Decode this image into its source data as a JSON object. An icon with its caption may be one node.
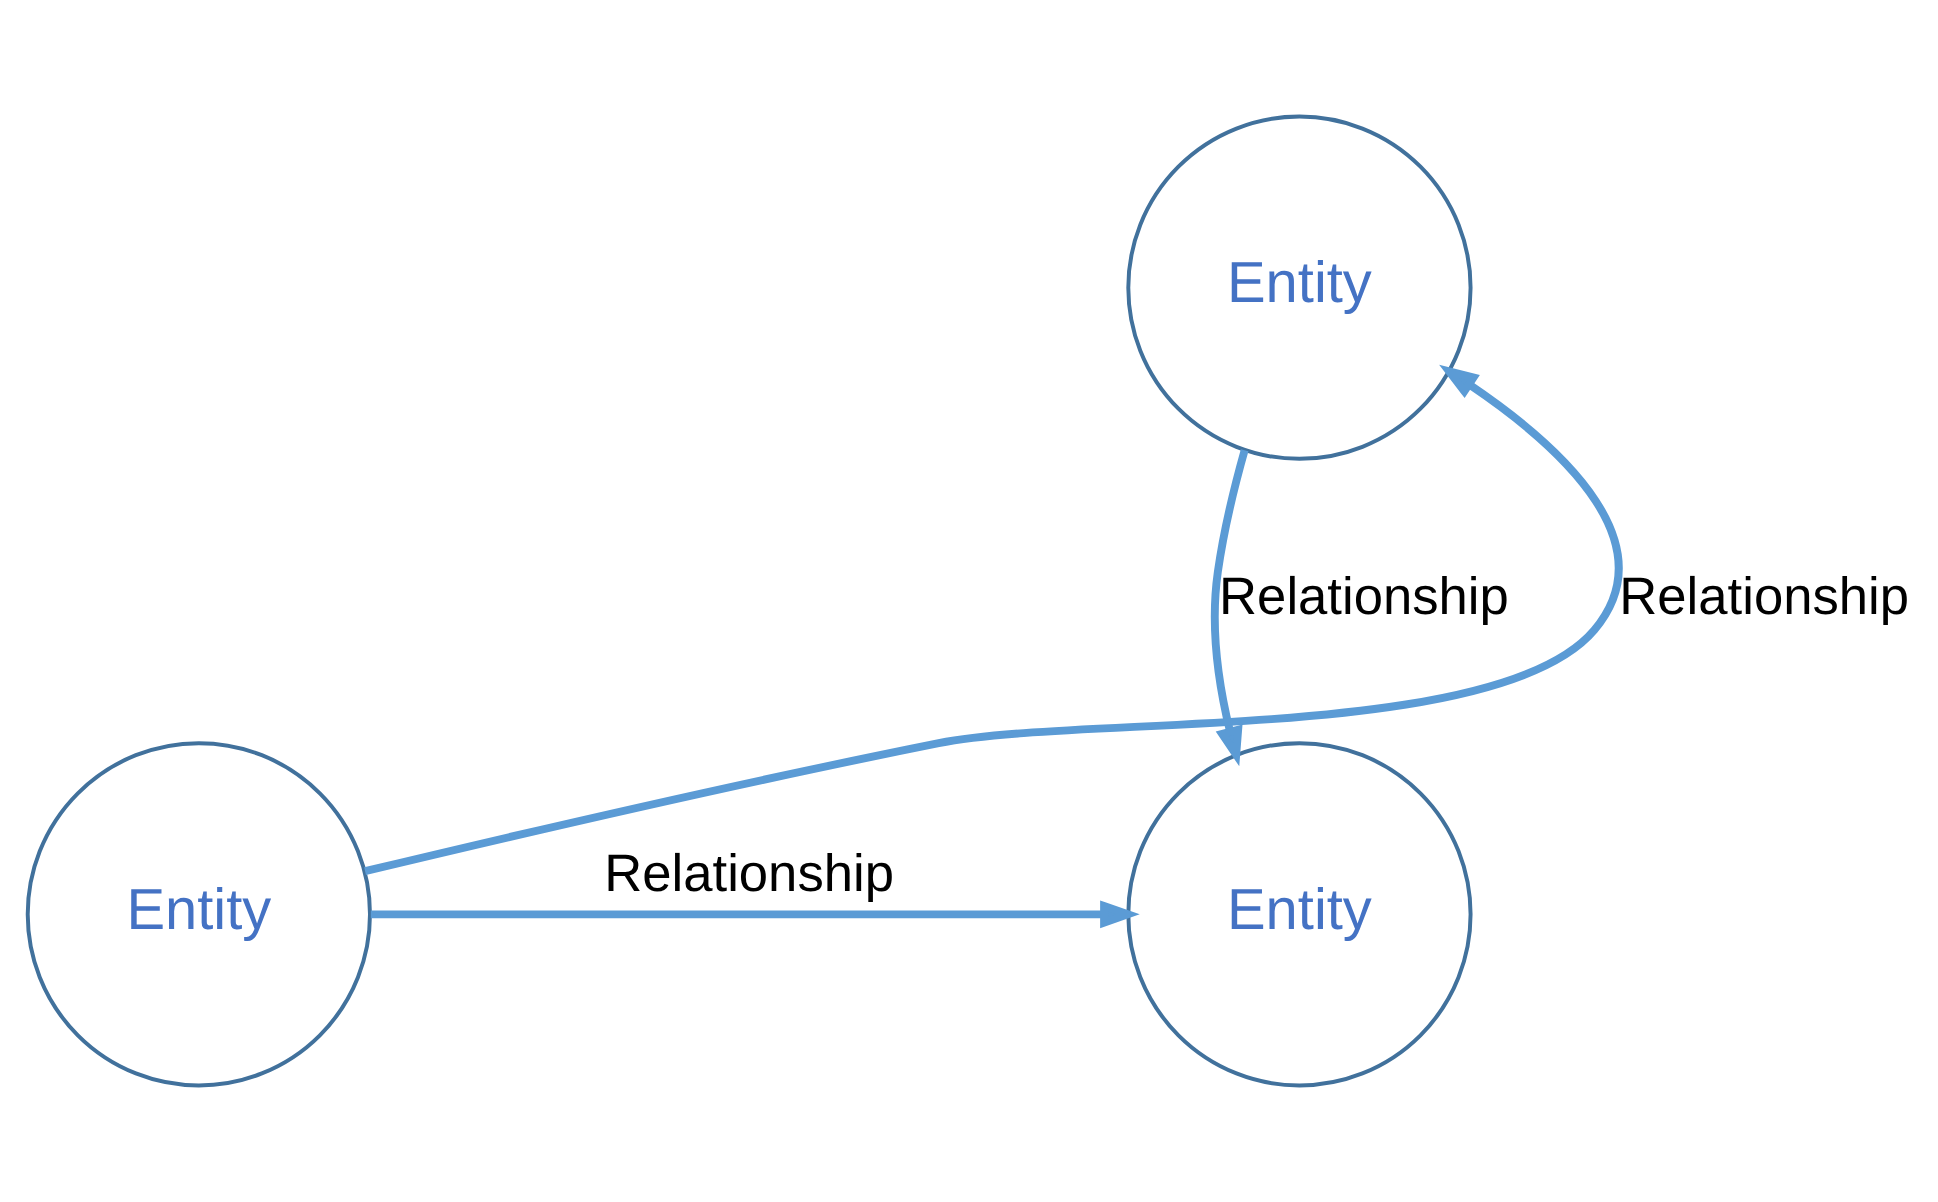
{
  "diagram": {
    "nodes": [
      {
        "text": [
          "Entity"
        ]
      },
      {
        "text": [
          "Entity"
        ]
      },
      {
        "text": [
          "Entity"
        ]
      }
    ],
    "edges": [
      {
        "from": 0,
        "to": 1,
        "arrow": "to",
        "label": "Relationship"
      },
      {
        "from": 2,
        "to": 0,
        "arrow": "to",
        "label": "Relationship"
      },
      {
        "from": 2,
        "to": 1,
        "arrow": "to",
        "label": "Relationship"
      }
    ]
  }
}
